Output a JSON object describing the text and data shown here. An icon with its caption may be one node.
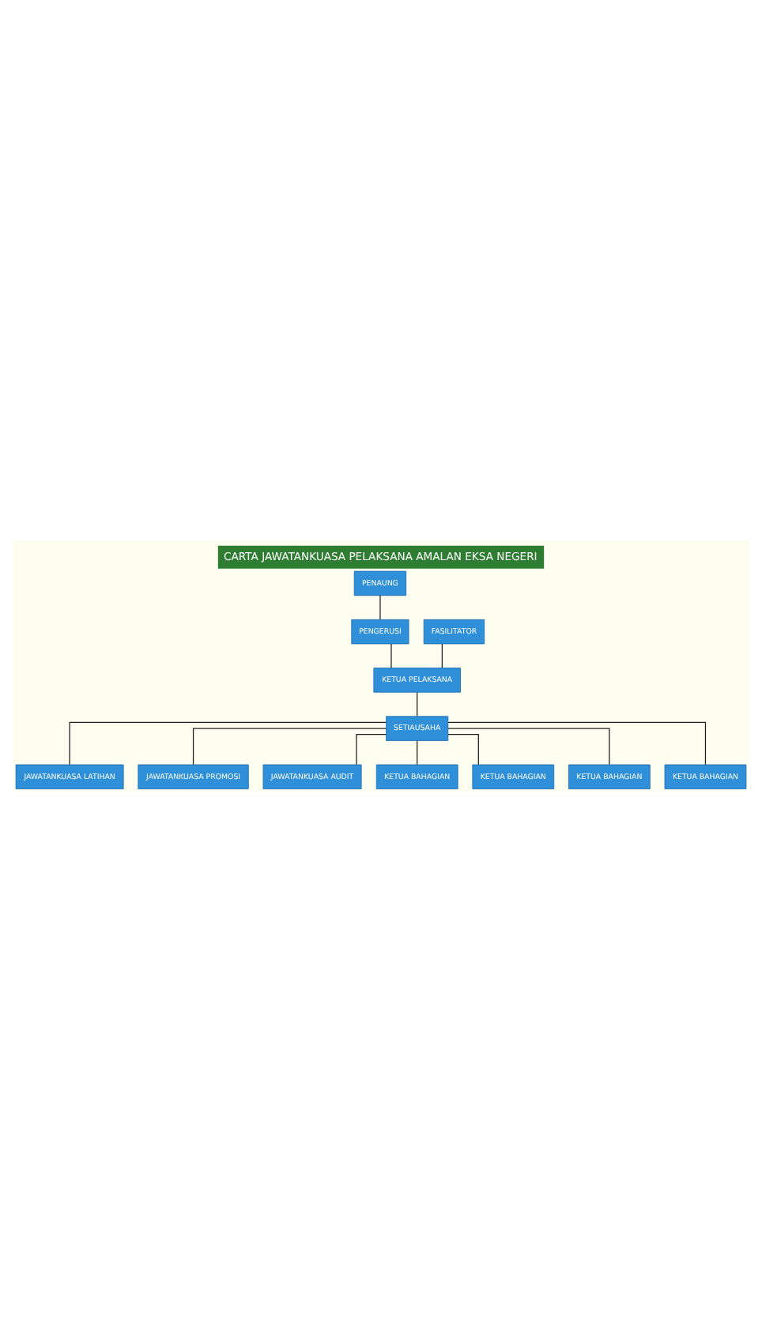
{
  "diagram": {
    "title": "CARTA JAWATANKUASA PELAKSANA AMALAN EKSA NEGERI",
    "nodes": [
      {
        "text": [
          "PENAUNG"
        ]
      },
      {
        "text": [
          "PENGERUSI"
        ]
      },
      {
        "text": [
          "FASILITATOR"
        ]
      },
      {
        "text": [
          "KETUA PELAKSANA"
        ]
      },
      {
        "text": [
          "SETIAUSAHA"
        ]
      },
      {
        "text": [
          "JAWATANKUASA LATIHAN"
        ]
      },
      {
        "text": [
          "JAWATANKUASA PROMOSI"
        ]
      },
      {
        "text": [
          "JAWATANKUASA AUDIT"
        ]
      },
      {
        "text": [
          "KETUA BAHAGIAN"
        ]
      },
      {
        "text": [
          "KETUA BAHAGIAN"
        ]
      },
      {
        "text": [
          "KETUA BAHAGIAN"
        ]
      },
      {
        "text": [
          "KETUA BAHAGIAN"
        ]
      }
    ],
    "edges": [
      {
        "from": 0,
        "to": 1,
        "arrow": "none"
      },
      {
        "from": 1,
        "to": 3,
        "arrow": "none"
      },
      {
        "from": 2,
        "to": 3,
        "arrow": "none"
      },
      {
        "from": 3,
        "to": 4,
        "arrow": "none"
      },
      {
        "from": 4,
        "to": 5,
        "arrow": "none"
      },
      {
        "from": 4,
        "to": 6,
        "arrow": "none"
      },
      {
        "from": 4,
        "to": 7,
        "arrow": "none"
      },
      {
        "from": 4,
        "to": 8,
        "arrow": "none"
      },
      {
        "from": 4,
        "to": 9,
        "arrow": "none"
      },
      {
        "from": 4,
        "to": 10,
        "arrow": "none"
      },
      {
        "from": 4,
        "to": 11,
        "arrow": "none"
      }
    ]
  }
}
